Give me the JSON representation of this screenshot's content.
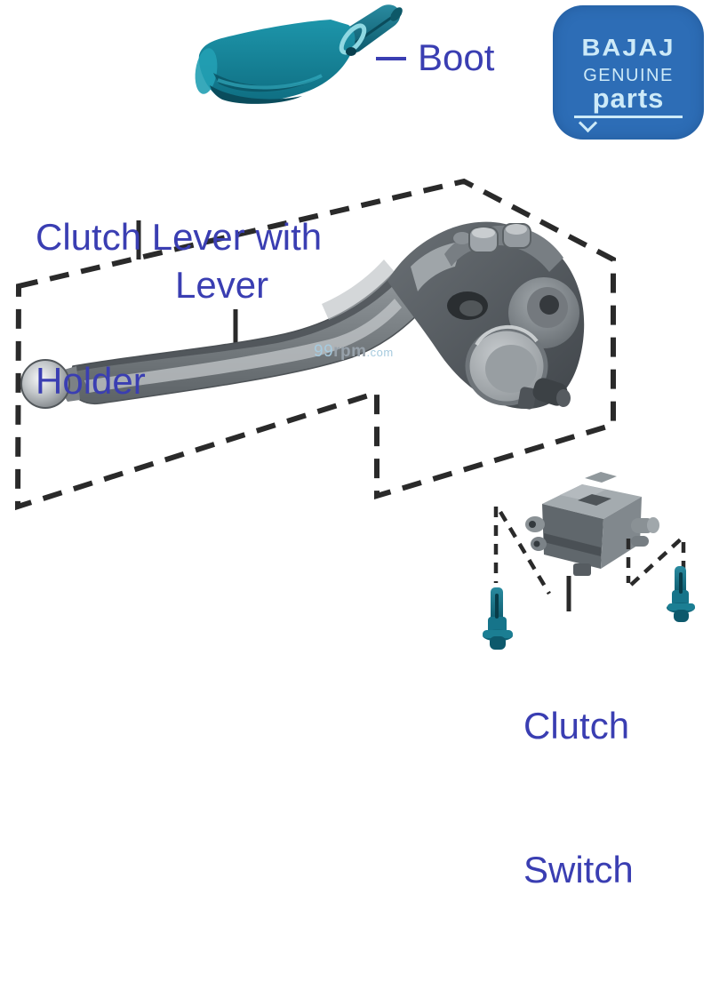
{
  "labels": {
    "boot": "Boot",
    "clutch_lever_holder": [
      "Clutch Lever with",
      "Holder"
    ],
    "lever": "Lever",
    "clutch_switch": [
      "Clutch",
      "Switch"
    ]
  },
  "badge": {
    "brand": "BAJAJ",
    "genuine": "GENUINE",
    "parts": "parts"
  },
  "watermark": {
    "prefix": "99",
    "brand": "rpm",
    "suffix": ".com"
  },
  "parts_depicted": [
    {
      "name": "boot",
      "color": "teal"
    },
    {
      "name": "clutch lever with holder",
      "color": "grey"
    },
    {
      "name": "lever",
      "color": "grey"
    },
    {
      "name": "clutch switch",
      "color": "grey"
    },
    {
      "name": "mounting screws",
      "count": 2,
      "color": "teal"
    }
  ],
  "colors": {
    "label_blue": "#3a3eb2",
    "outline_dash": "#2a2a2a",
    "badge_blue": "#2d6db6",
    "badge_text": "#cdeaf8",
    "boot_teal": "#17839a",
    "part_grey": "#7d8287",
    "watermark_blue": "#a6cade",
    "watermark_grey": "#97a1aa",
    "background": "#ffffff"
  }
}
